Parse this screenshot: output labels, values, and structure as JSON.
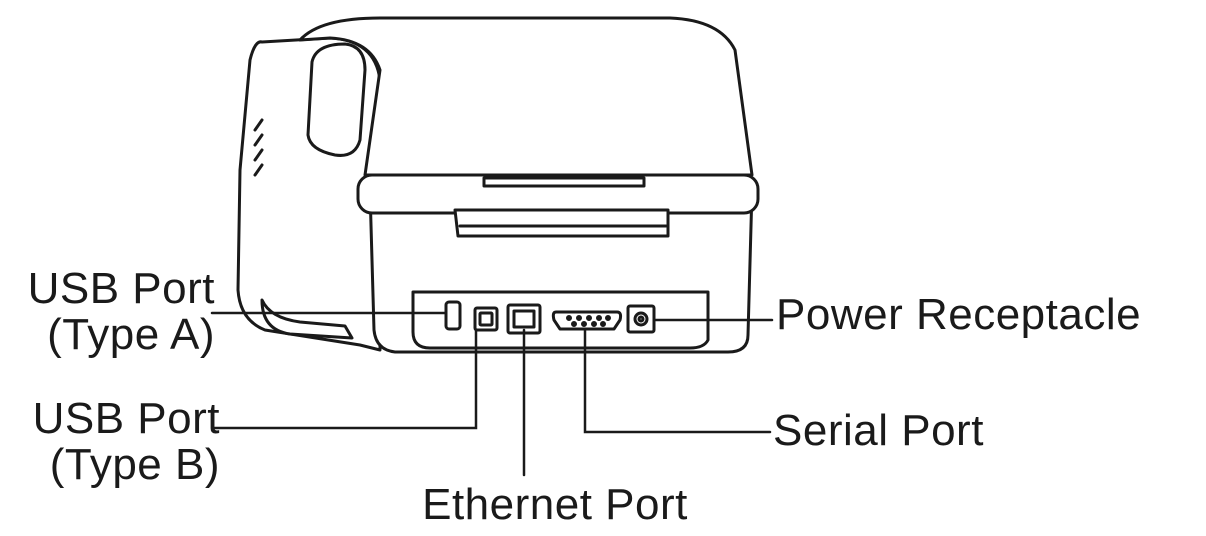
{
  "labels": {
    "usb_a": {
      "line1": "USB Port",
      "line2": "(Type A)"
    },
    "usb_b": {
      "line1": "USB Port",
      "line2": "(Type B)"
    },
    "ethernet": "Ethernet Port",
    "serial": "Serial Port",
    "power": "Power Receptacle"
  },
  "colors": {
    "line": "#1a1a1a",
    "fill": "#ffffff",
    "text": "#1a1a1a"
  }
}
